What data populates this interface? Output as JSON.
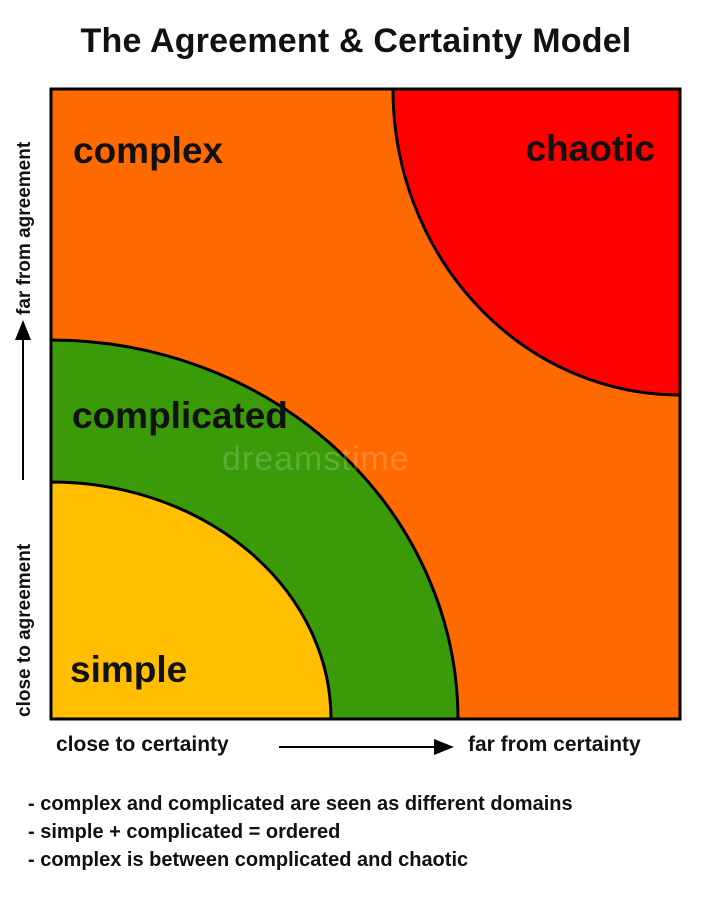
{
  "title": "The Agreement & Certainty Model",
  "colors": {
    "complex": "#FF6A00",
    "chaotic": "#FF0000",
    "complicated": "#3A9A08",
    "simple": "#FFBE00",
    "outline": "#000000"
  },
  "regions": {
    "complex": "complex",
    "chaotic": "chaotic",
    "complicated": "complicated",
    "simple": "simple"
  },
  "axes": {
    "y_far": "far from agreement",
    "y_close": "close to agreement",
    "x_close": "close to certainty",
    "x_far": "far from certainty"
  },
  "notes": [
    "- complex and complicated are seen as different domains",
    "- simple + complicated = ordered",
    "- complex is between complicated and chaotic"
  ],
  "watermark": "dreamstime"
}
